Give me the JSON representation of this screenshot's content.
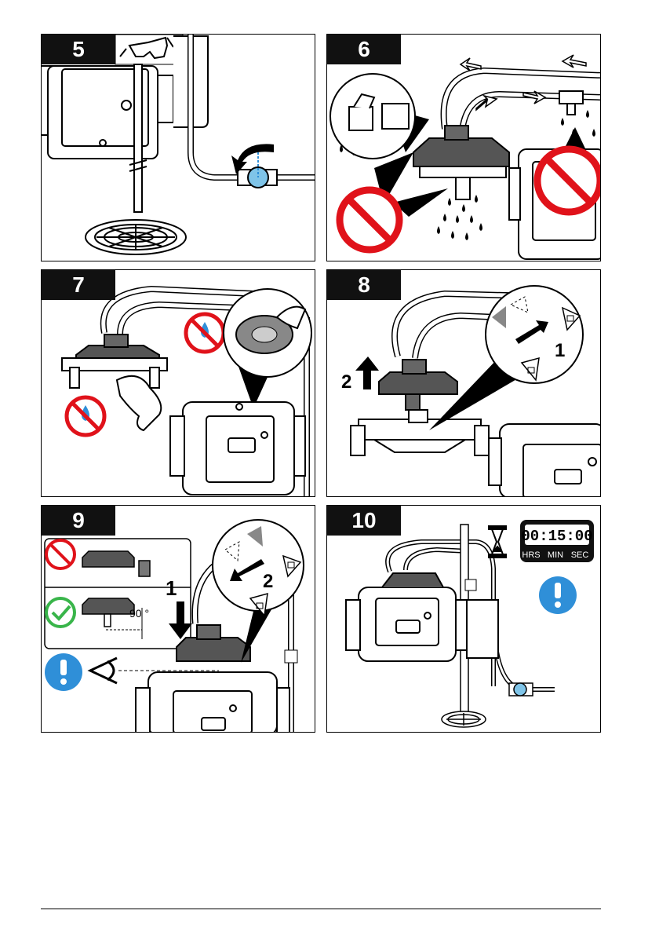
{
  "steps": [
    {
      "number": "5",
      "icons": [
        "safety-glasses-icon",
        "valve-turn-arrow-icon",
        "floor-drain-icon"
      ]
    },
    {
      "number": "6",
      "icons": [
        "prohibited-icon",
        "flow-direction-arrow-icon",
        "water-drops-icon"
      ]
    },
    {
      "number": "7",
      "icons": [
        "no-water-icon",
        "cloth-wipe-icon",
        "zoom-callout-icon"
      ]
    },
    {
      "number": "8",
      "label_lift": "2",
      "label_unlock": "1",
      "icons": [
        "unlock-icon",
        "lock-icon",
        "up-arrow-icon"
      ]
    },
    {
      "number": "9",
      "label_lower": "1",
      "label_lock": "2",
      "angle": "90 °",
      "icons": [
        "prohibited-icon",
        "correct-check-icon",
        "attention-icon",
        "eye-level-icon"
      ]
    },
    {
      "number": "10",
      "timer": {
        "value": "00:15:00",
        "hrs": "HRS",
        "min": "MIN",
        "sec": "SEC"
      },
      "icons": [
        "hourglass-icon",
        "attention-icon",
        "floor-drain-icon"
      ]
    }
  ],
  "colors": {
    "prohibit": "#e0121a",
    "ok": "#39b54a",
    "attention": "#2f8fd8",
    "water": "#7fc4e8"
  }
}
